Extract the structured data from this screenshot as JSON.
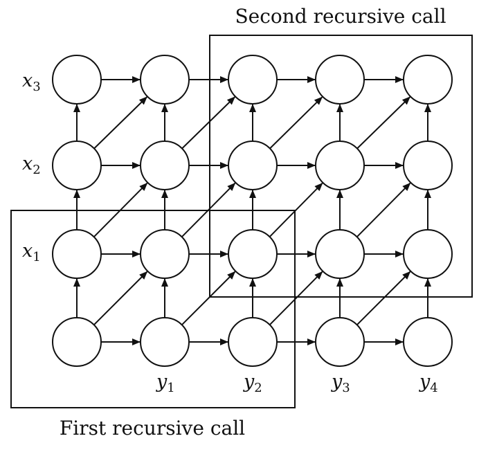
{
  "labels": {
    "second_call": "Second recursive call",
    "first_call": "First recursive call"
  },
  "row_labels": [
    {
      "letter": "x",
      "sub": "3"
    },
    {
      "letter": "x",
      "sub": "2"
    },
    {
      "letter": "x",
      "sub": "1"
    }
  ],
  "col_labels": [
    {
      "letter": "y",
      "sub": "1"
    },
    {
      "letter": "y",
      "sub": "2"
    },
    {
      "letter": "y",
      "sub": "3"
    },
    {
      "letter": "y",
      "sub": "4"
    }
  ],
  "grid": {
    "rows": 4,
    "cols": 5
  },
  "colors": {
    "stroke": "#111111",
    "fill": "#ffffff"
  }
}
